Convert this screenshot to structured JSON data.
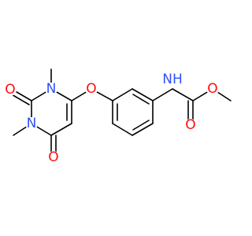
{
  "structure": {
    "atoms": [
      {
        "id": "O_c2",
        "label": "O",
        "color": "#ff0d0d"
      },
      {
        "id": "N1",
        "label": "N",
        "color": "#3050f8"
      },
      {
        "id": "N3",
        "label": "N",
        "color": "#3050f8"
      },
      {
        "id": "O_c4",
        "label": "O",
        "color": "#ff0d0d"
      },
      {
        "id": "O_ether",
        "label": "O",
        "color": "#ff0d0d"
      },
      {
        "id": "NH",
        "label": "NH",
        "color": "#3050f8"
      },
      {
        "id": "O_ester",
        "label": "O",
        "color": "#ff0d0d"
      },
      {
        "id": "O_carb",
        "label": "O",
        "color": "#ff0d0d"
      }
    ]
  }
}
